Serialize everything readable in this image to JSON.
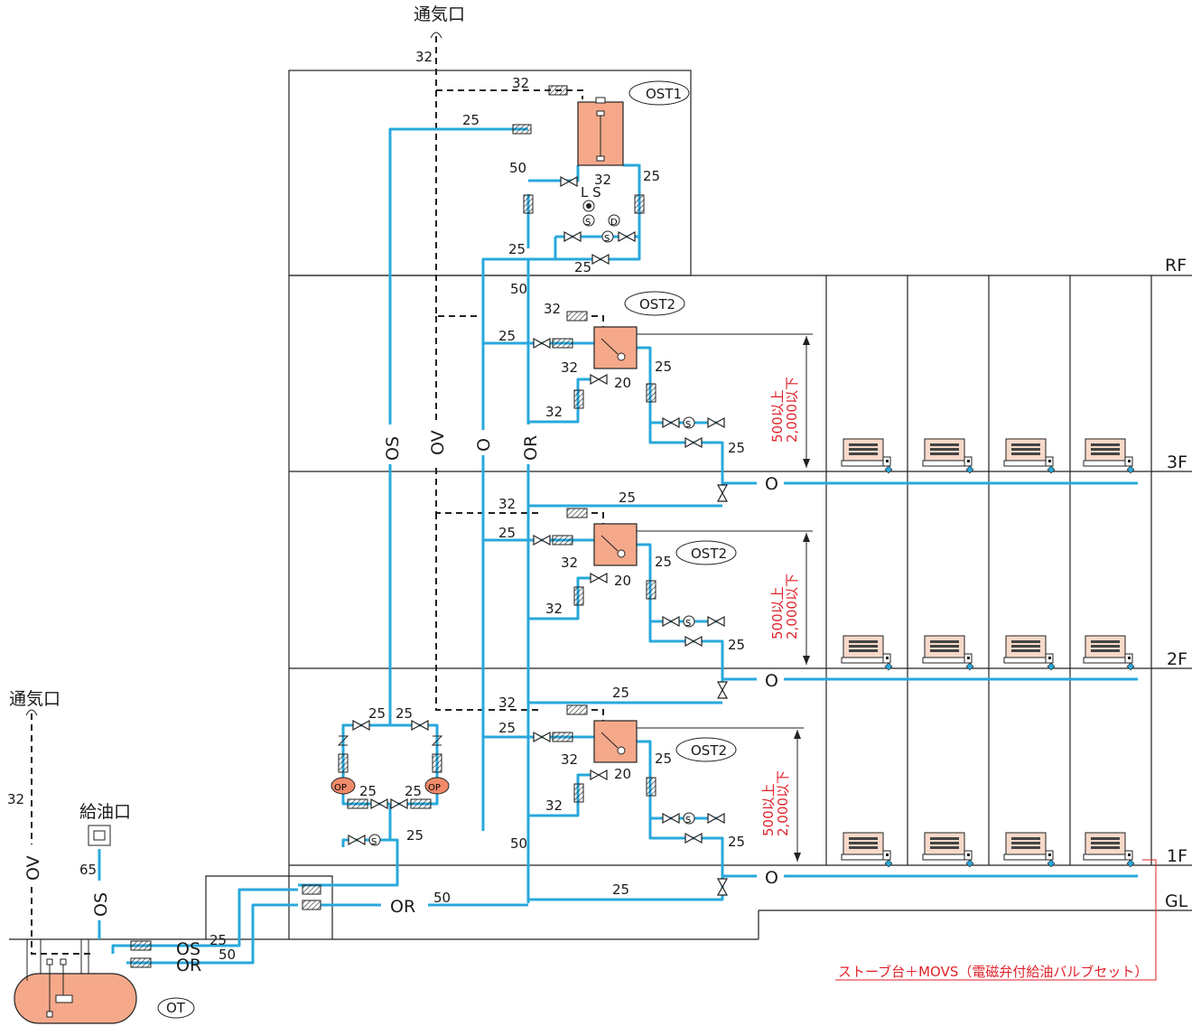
{
  "floors": {
    "rf": "RF",
    "f3": "3F",
    "f2": "2F",
    "f1": "1F",
    "gl": "GL"
  },
  "tanks": {
    "ost1": "OST1",
    "ost2": "OST2",
    "ot": "OT"
  },
  "labels": {
    "vent": "通気口",
    "fill_port": "給油口",
    "ls": "L S",
    "op": "OP",
    "os": "OS",
    "ov": "OV",
    "o": "O",
    "or": "OR",
    "level_note_1": "500以上",
    "level_note_2": "2,000以下",
    "stove_note": "ストーブ台＋MOVS（電磁弁付給油バルブセット）"
  },
  "sizes": {
    "s20": "20",
    "s25": "25",
    "s32": "32",
    "s50": "50",
    "s65": "65"
  },
  "colors": {
    "pipe": "#28a8dc",
    "tank": "#f5a98a",
    "note": "#e0222a"
  },
  "icons": [
    "gate-valve-icon",
    "strainer-icon",
    "solenoid-valve-icon",
    "check-valve-icon",
    "float-switch-icon",
    "stove-icon",
    "oil-pump-icon"
  ]
}
